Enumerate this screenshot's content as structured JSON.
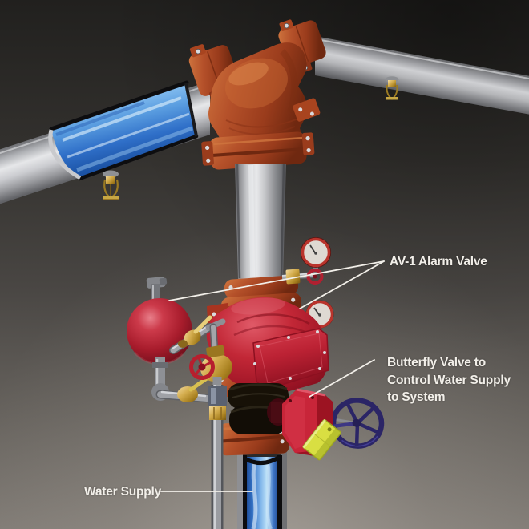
{
  "labels": {
    "alarm_valve": "AV-1 Alarm Valve",
    "butterfly_valve": {
      "lines": [
        "Butterfly Valve to",
        "Control Water Supply",
        "to System"
      ]
    },
    "water_supply": "Water Supply"
  },
  "colors": {
    "background_top": "#21201e",
    "background_bottom": "#7f7a74",
    "label_text": "#f2efe9",
    "leader_line": "#f2efe9",
    "pipe_silver": "#c6c7ca",
    "fitting_orange": "#b5512a",
    "alarm_valve_red": "#b01f30",
    "retard_chamber_red": "#a81c2c",
    "water_blue": "#3f7fd0",
    "handwheel_navy": "#2b2566",
    "brass_trim": "#c9a23c",
    "tag_chartreuse": "#d9df42",
    "rubber_coupling_black": "#17120d"
  },
  "components": [
    "main-sprinkler-pipe",
    "branch-line-pipe",
    "sprinkler-head-left",
    "sprinkler-head-right",
    "tee-fitting",
    "riser-pipe",
    "alarm-valve",
    "retard-chamber",
    "pressure-gauge-upper",
    "pressure-gauge-lower",
    "trim-piping",
    "drain-pipe",
    "rubber-coupling",
    "grooved-coupling",
    "water-supply-pipe",
    "butterfly-valve",
    "butterfly-handwheel",
    "valve-tag"
  ]
}
